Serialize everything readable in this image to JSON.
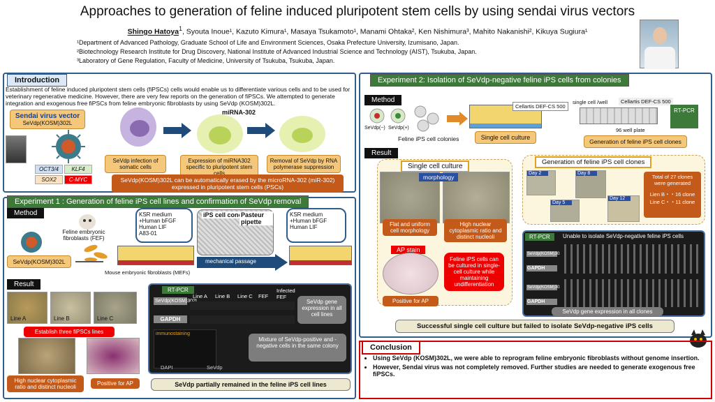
{
  "title": "Approaches to generation of feline induced pluripotent stem cells by using sendai virus vectors",
  "authors": {
    "lead": "Shingo Hatoya",
    "lead_sup": "1",
    "rest": ", Syouta Inoue¹, Kazuto Kimura¹, Masaya Tsukamoto¹, Manami Ohtaka², Ken Nishimura³, Mahito Nakanishi², Kikuya Sugiura¹"
  },
  "affiliations": [
    "¹Department of Advanced Pathology, Graduate School of Life and Environment Sciences, Osaka Prefecture University, Izumisano, Japan.",
    "²Biotechnology Research Institute for Drug Discovery, National Institute of Advanced Industrial Science and Technology (AIST), Tsukuba, Japan.",
    "³Laboratory of Gene Regulation, Faculty of Medicine, University of Tsukuba, Tsukuba, Japan."
  ],
  "intro": {
    "header": "Introduction",
    "text": "Establishment of feline induced pluripotent stem cells (fiPSCs) cells would enable us to differentiate various cells and to be used for veterinary regenerative medicine. However, there are very few reports on the generation of fiPSCs. We attempted to generate integration and exogenous free fiPSCs from feline embryonic fibroblasts by using SeVdp (KOSM)302L.",
    "vector_title": "Sendai virus vector",
    "vector_sub": "SeVdp(KOSM)302L",
    "genes": [
      "OCT3/4",
      "KLF4",
      "SOX2",
      "C-MYC"
    ],
    "mirna": "miRNA-302",
    "step1": "SeVdp infection of somatic cells",
    "step2": "Expression of miRNA302 specific to pluripotent stem cells",
    "step3": "Removal of SeVdp by RNA polymerase suppression",
    "summary": "SeVdp(KOSM)302L  can be automatically erased by the microRNA-302 (miR-302) expressed in pluripotent stem cells (PSCs)"
  },
  "exp1": {
    "header": "Experiment 1 : Generation of feline iPS cell lines and confirmation of SeVdp removal",
    "method": "Method",
    "fef": "Feline embryonic fibroblasts (FEF)",
    "vector": "SeVdp(KOSM)302L",
    "medium1": "KSR medium\n+Human bFGF\nHuman LIF\nA83-01",
    "colony": "iPS cell conoly",
    "pipette": "Pasteur pipette",
    "medium2": "KSR medium\n+Human bFGF\nHuman LIF",
    "mefs": "Mouse embryonic fibroblasts (MEFs)",
    "passage": "mechanical passage",
    "result": "Result",
    "lines": [
      "Line A",
      "Line B",
      "Line C"
    ],
    "establish": "Establish three fiPSCs lines",
    "nuclear": "High nuclear cytoplasmic ratio and distinct nucleoli",
    "ap": "Positive for AP",
    "rtpcr": "RT-PCR",
    "cols": [
      "Line A",
      "Line B",
      "Line C",
      "FEF",
      "Infected FEF"
    ],
    "row1": "SeVdp(KOSM)302L",
    "row2": "GAPDH",
    "gene_note": "SeVdp gene expression in all cell lines",
    "immuno": "immunostaining",
    "dapi": "DAPI",
    "sevdp": "SeVdp",
    "mixture": "Mixture of SeVdp-positive and -negative cells in the same colony",
    "conclusion": "SeVdp partially remained in the feline iPS cell lines"
  },
  "exp2": {
    "header": "Experiment 2: Isolation of SeVdp-negative feline iPS cells from colonies",
    "method": "Method",
    "neg": "SeVdp(−)",
    "pos": "SeVdp(+)",
    "colonies": "Feline iPS cell colonies",
    "single": "Single cell culture",
    "cellartis1": "Cellartis DEF-CS 500",
    "single_well": "single cell /well",
    "cellartis2": "Cellartis DEF-CS 500",
    "plate": "96 well plate",
    "generation": "Generation of feline iPS cell clones",
    "rtpcr_box": "RT-PCR",
    "result": "Result",
    "sc_title": "Single cell culture",
    "morph": "morphology",
    "flat": "Flat and uniform cell morphology",
    "high": "High nuclear cytoplasmic ratio and distinct nucleoli",
    "ap_stain": "AP stain",
    "ap_pos": "Positive for AP",
    "maintain": "Feline iPS cells can be cultured in single-cell culture while maintaining undifferentiation",
    "gen_title": "Generation of feline iPS cell clones",
    "days": [
      "Day 2",
      "Day 8",
      "Day 5",
      "Day 12"
    ],
    "clones_total": "Total of 27 clones were generated",
    "lineB": "Lien B・・16 clone",
    "lineC": "Line C・・11 clone",
    "rt": "RT-PCR",
    "unable": "Unable to isolate SeVdp-negative feline iPS cells",
    "gel_row1": "SeVdp(KOSM)302L",
    "gel_row2": "GAPDH",
    "expr": "SeVdp gene expression in all clones",
    "summary": "Successful single cell culture but failed to isolate SeVdp-negative iPS cells"
  },
  "conclusion": {
    "header": "Conclusion",
    "items": [
      "Using SeVdp (KOSM)302L, we were able to reprogram feline embryonic fibroblasts without genome insertion.",
      "However, Sendai virus was not completely removed. Further studies are needed to generate exogenous free fiPSCs."
    ]
  }
}
